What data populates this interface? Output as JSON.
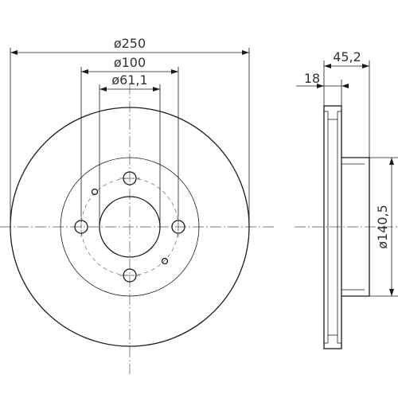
{
  "front_view": {
    "dim_outer_diameter": "ø250",
    "dim_bolt_circle": "ø100",
    "dim_center_bore": "ø61,1"
  },
  "side_view": {
    "dim_total_height": "45,2",
    "dim_disc_thickness": "18",
    "dim_hat_diameter": "ø140,5"
  }
}
